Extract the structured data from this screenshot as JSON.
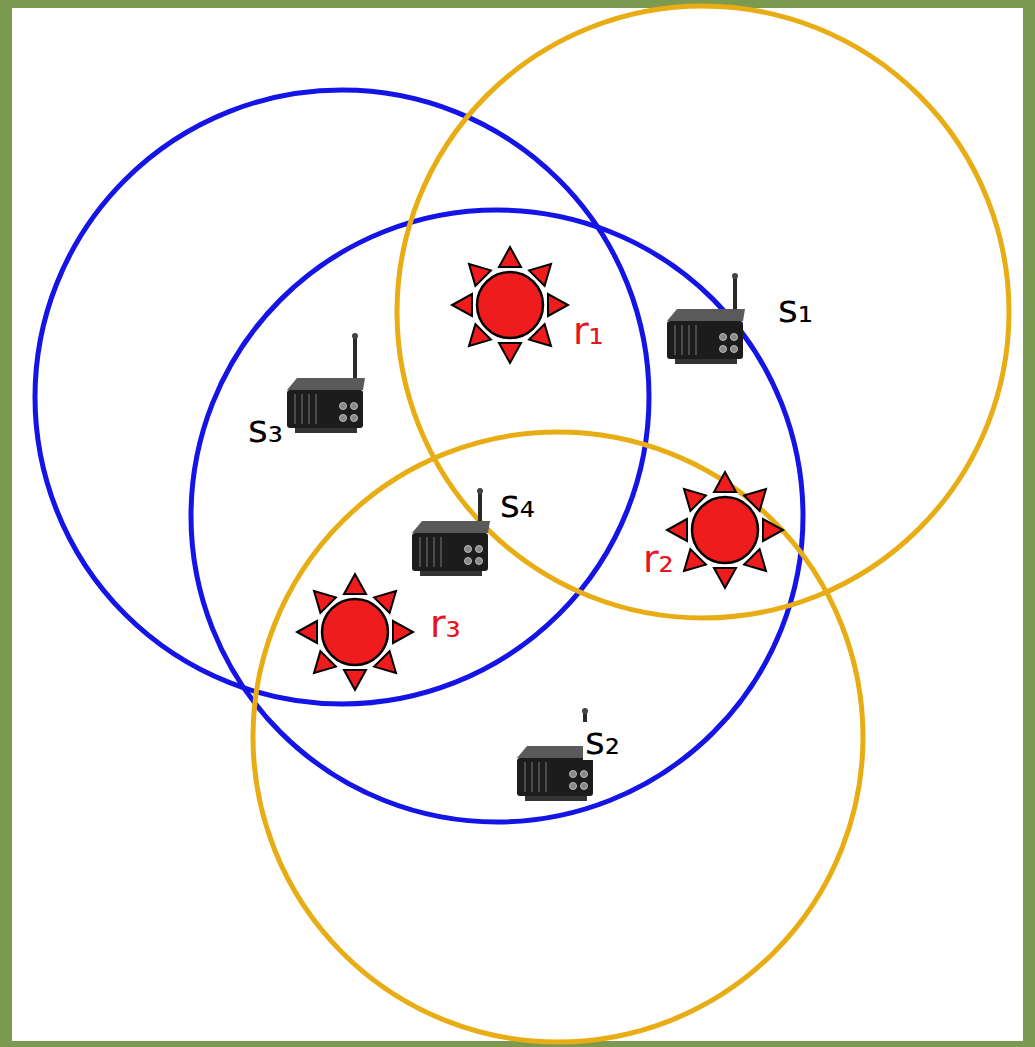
{
  "diagram": {
    "labels": [
      "s₁",
      "r₁",
      "s₃",
      "s₄",
      "r₂",
      "r₃",
      "s₂"
    ]
  }
}
